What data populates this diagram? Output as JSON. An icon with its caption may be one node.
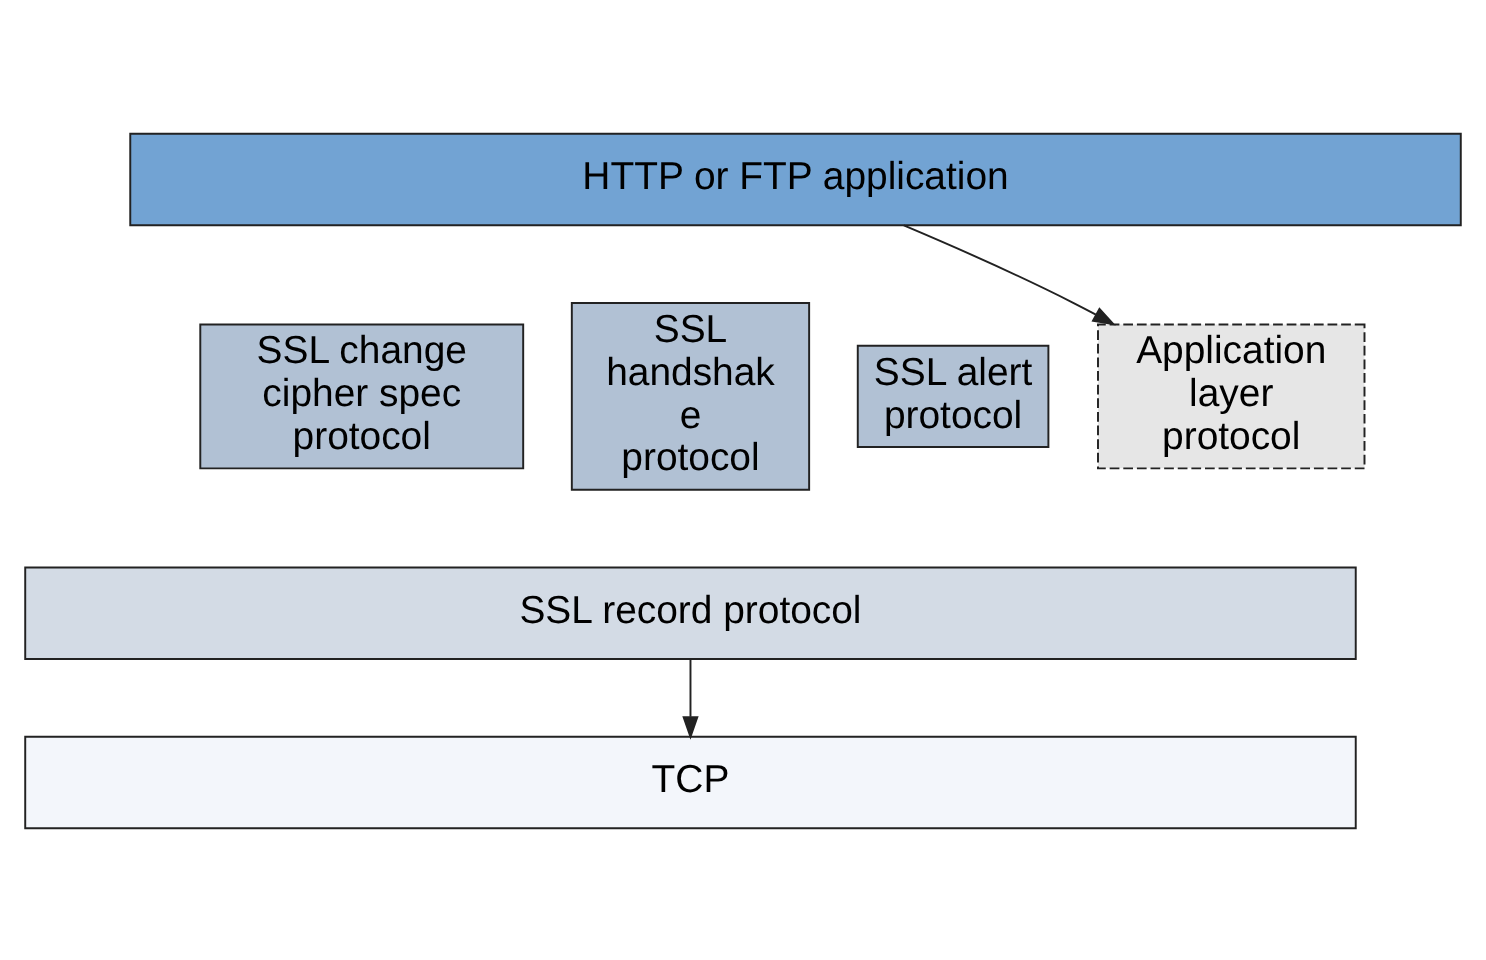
{
  "diagram": {
    "nodes": [
      {
        "text": [
          "HTTP or FTP application"
        ]
      },
      {
        "text": [
          "SSL change cipher spec protocol"
        ]
      },
      {
        "text": [
          "SSL handshak e protocol"
        ]
      },
      {
        "text": [
          "SSL alert protocol"
        ]
      },
      {
        "text": [
          "Application layer protocol"
        ]
      },
      {
        "text": [
          "SSL record protocol"
        ]
      },
      {
        "text": [
          "TCP"
        ]
      }
    ],
    "edges": [
      {
        "from": 0,
        "to": 4,
        "arrow": "to"
      },
      {
        "from": 5,
        "to": 6,
        "arrow": "to"
      }
    ]
  }
}
